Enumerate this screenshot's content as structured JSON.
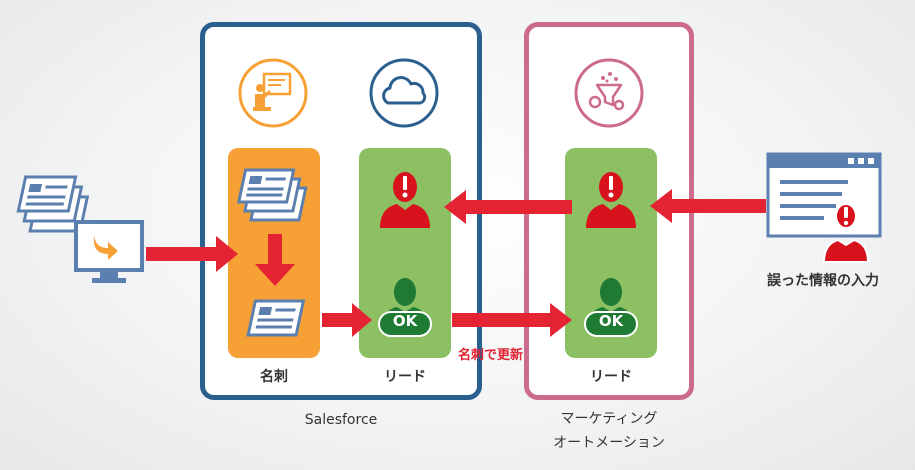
{
  "labels": {
    "meishi": "名刺",
    "lead_sf": "リード",
    "lead_ma": "リード",
    "salesforce": "Salesforce",
    "ma_line1": "マーケティング",
    "ma_line2": "オートメーション",
    "update_by_card": "名刺で更新",
    "wrong_input": "誤った情報の入力",
    "ok1": "OK",
    "ok2": "OK"
  },
  "colors": {
    "salesforce_border": "#2a5f8e",
    "ma_border": "#cc6b8c",
    "card_column": "#f7a035",
    "lead_column": "#8cc063",
    "arrow": "#e42333",
    "person_alert": "#d8131e",
    "person_ok": "#1f7a33",
    "card_icon": "#5b7fae"
  },
  "icons": [
    "business-card-stack-icon",
    "monitor-import-icon",
    "presenter-icon",
    "cloud-icon",
    "funnel-gear-icon",
    "web-form-icon",
    "alert-person-icon",
    "ok-person-icon"
  ]
}
